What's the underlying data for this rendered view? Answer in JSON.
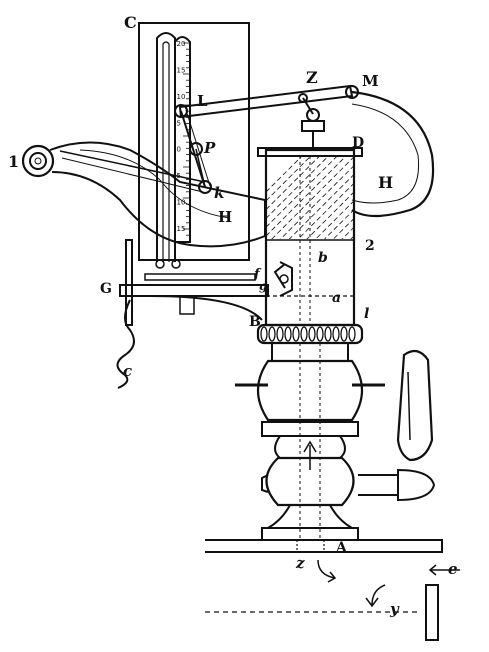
{
  "labels": {
    "C_top": "C",
    "Z_top": "Z",
    "M": "M",
    "L": "L",
    "D": "D",
    "H_right": "H",
    "P": "P",
    "one_left": "1",
    "k": "k",
    "H_arm": "H",
    "two": "2",
    "b": "b",
    "a": "a",
    "G": "G",
    "f": "f",
    "g": "g",
    "B": "B",
    "l": "l",
    "c": "c",
    "A": "A",
    "z_bottom": "z",
    "e": "e",
    "y": "y"
  },
  "scale_ticks": [
    "20",
    "15",
    "10",
    "5",
    "0",
    "5",
    "10",
    "15"
  ]
}
